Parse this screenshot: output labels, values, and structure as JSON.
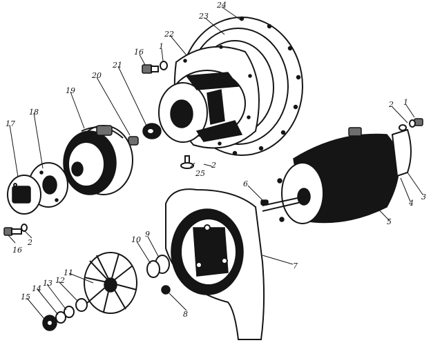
{
  "diagram": {
    "labels": [
      {
        "id": "p1",
        "text": "1"
      },
      {
        "id": "p2a",
        "text": "2"
      },
      {
        "id": "p2b",
        "text": "2"
      },
      {
        "id": "p2c",
        "text": "2"
      },
      {
        "id": "p2d",
        "text": "2"
      },
      {
        "id": "p3",
        "text": "3"
      },
      {
        "id": "p4",
        "text": "4"
      },
      {
        "id": "p5",
        "text": "5"
      },
      {
        "id": "p6",
        "text": "6"
      },
      {
        "id": "p7",
        "text": "7"
      },
      {
        "id": "p8",
        "text": "8"
      },
      {
        "id": "p9",
        "text": "9"
      },
      {
        "id": "p10",
        "text": "10"
      },
      {
        "id": "p11",
        "text": "11"
      },
      {
        "id": "p12",
        "text": "12"
      },
      {
        "id": "p13",
        "text": "13"
      },
      {
        "id": "p14",
        "text": "14"
      },
      {
        "id": "p15",
        "text": "15"
      },
      {
        "id": "p16a",
        "text": "16"
      },
      {
        "id": "p16b",
        "text": "16"
      },
      {
        "id": "p17",
        "text": "17"
      },
      {
        "id": "p18",
        "text": "18"
      },
      {
        "id": "p19",
        "text": "19"
      },
      {
        "id": "p20",
        "text": "20"
      },
      {
        "id": "p21",
        "text": "21"
      },
      {
        "id": "p22",
        "text": "22"
      },
      {
        "id": "p23",
        "text": "23"
      },
      {
        "id": "p24",
        "text": "24"
      },
      {
        "id": "p25",
        "text": "25"
      }
    ]
  }
}
